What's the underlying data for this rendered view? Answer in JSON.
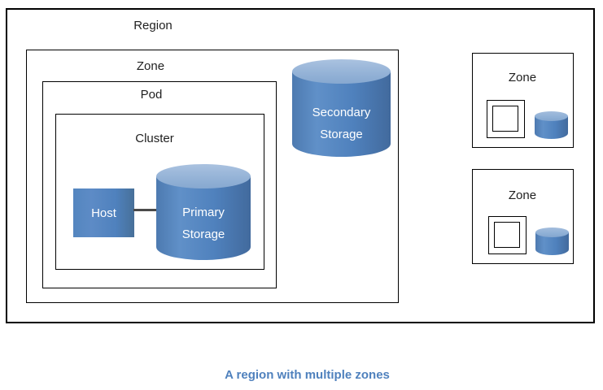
{
  "diagram": {
    "region": {
      "label": "Region"
    },
    "main_zone": {
      "label": "Zone",
      "pod": {
        "label": "Pod"
      },
      "cluster": {
        "label": "Cluster"
      },
      "host": {
        "label": "Host"
      },
      "primary_storage": {
        "line1": "Primary",
        "line2": "Storage"
      },
      "secondary_storage": {
        "line1": "Secondary",
        "line2": "Storage"
      }
    },
    "small_zones": [
      {
        "label": "Zone"
      },
      {
        "label": "Zone"
      }
    ],
    "caption": "A region with multiple zones",
    "icons": {
      "pod_cluster_icon": "nested-squares",
      "storage_icon": "cylinder"
    },
    "colors": {
      "shape_fill": "#4f81bd",
      "cylinder_top": "#95b3d7",
      "border": "#000000",
      "label_text": "#1f1f1f",
      "shape_text": "#ffffff",
      "caption_text": "#4f81bd",
      "connector": "#4a4a4a",
      "background": "#ffffff"
    }
  }
}
